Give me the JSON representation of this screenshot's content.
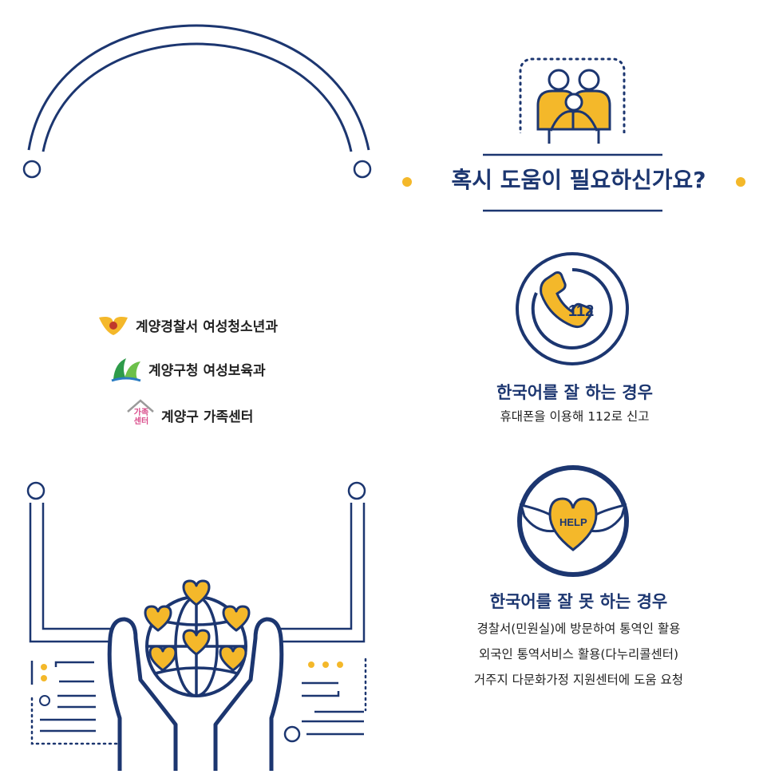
{
  "heading": {
    "title": "혹시 도움이 필요하신가요?"
  },
  "agencies": [
    {
      "name": "계양경찰서 여성청소년과",
      "icon": "police-emblem-icon"
    },
    {
      "name": "계양구청 여성보육과",
      "icon": "gyeyang-district-logo-icon"
    },
    {
      "name": "계양구 가족센터",
      "icon": "family-center-logo-icon",
      "logo_text": "가족 센터"
    }
  ],
  "cases": [
    {
      "title": "한국어를 잘 하는 경우",
      "lines": [
        "휴대폰을 이용해 112로 신고"
      ],
      "icon": "phone-112-icon",
      "badge": "112"
    },
    {
      "title": "한국어를 잘 못 하는 경우",
      "lines": [
        "경찰서(민원실)에 방문하여 통역인 활용",
        "외국인 통역서비스 활용(다누리콜센터)",
        "거주지 다문화가정 지원센터에 도움 요청"
      ],
      "icon": "help-heart-wings-icon",
      "badge": "HELP"
    }
  ],
  "colors": {
    "navy": "#1c3670",
    "yellow": "#f4b82a"
  }
}
